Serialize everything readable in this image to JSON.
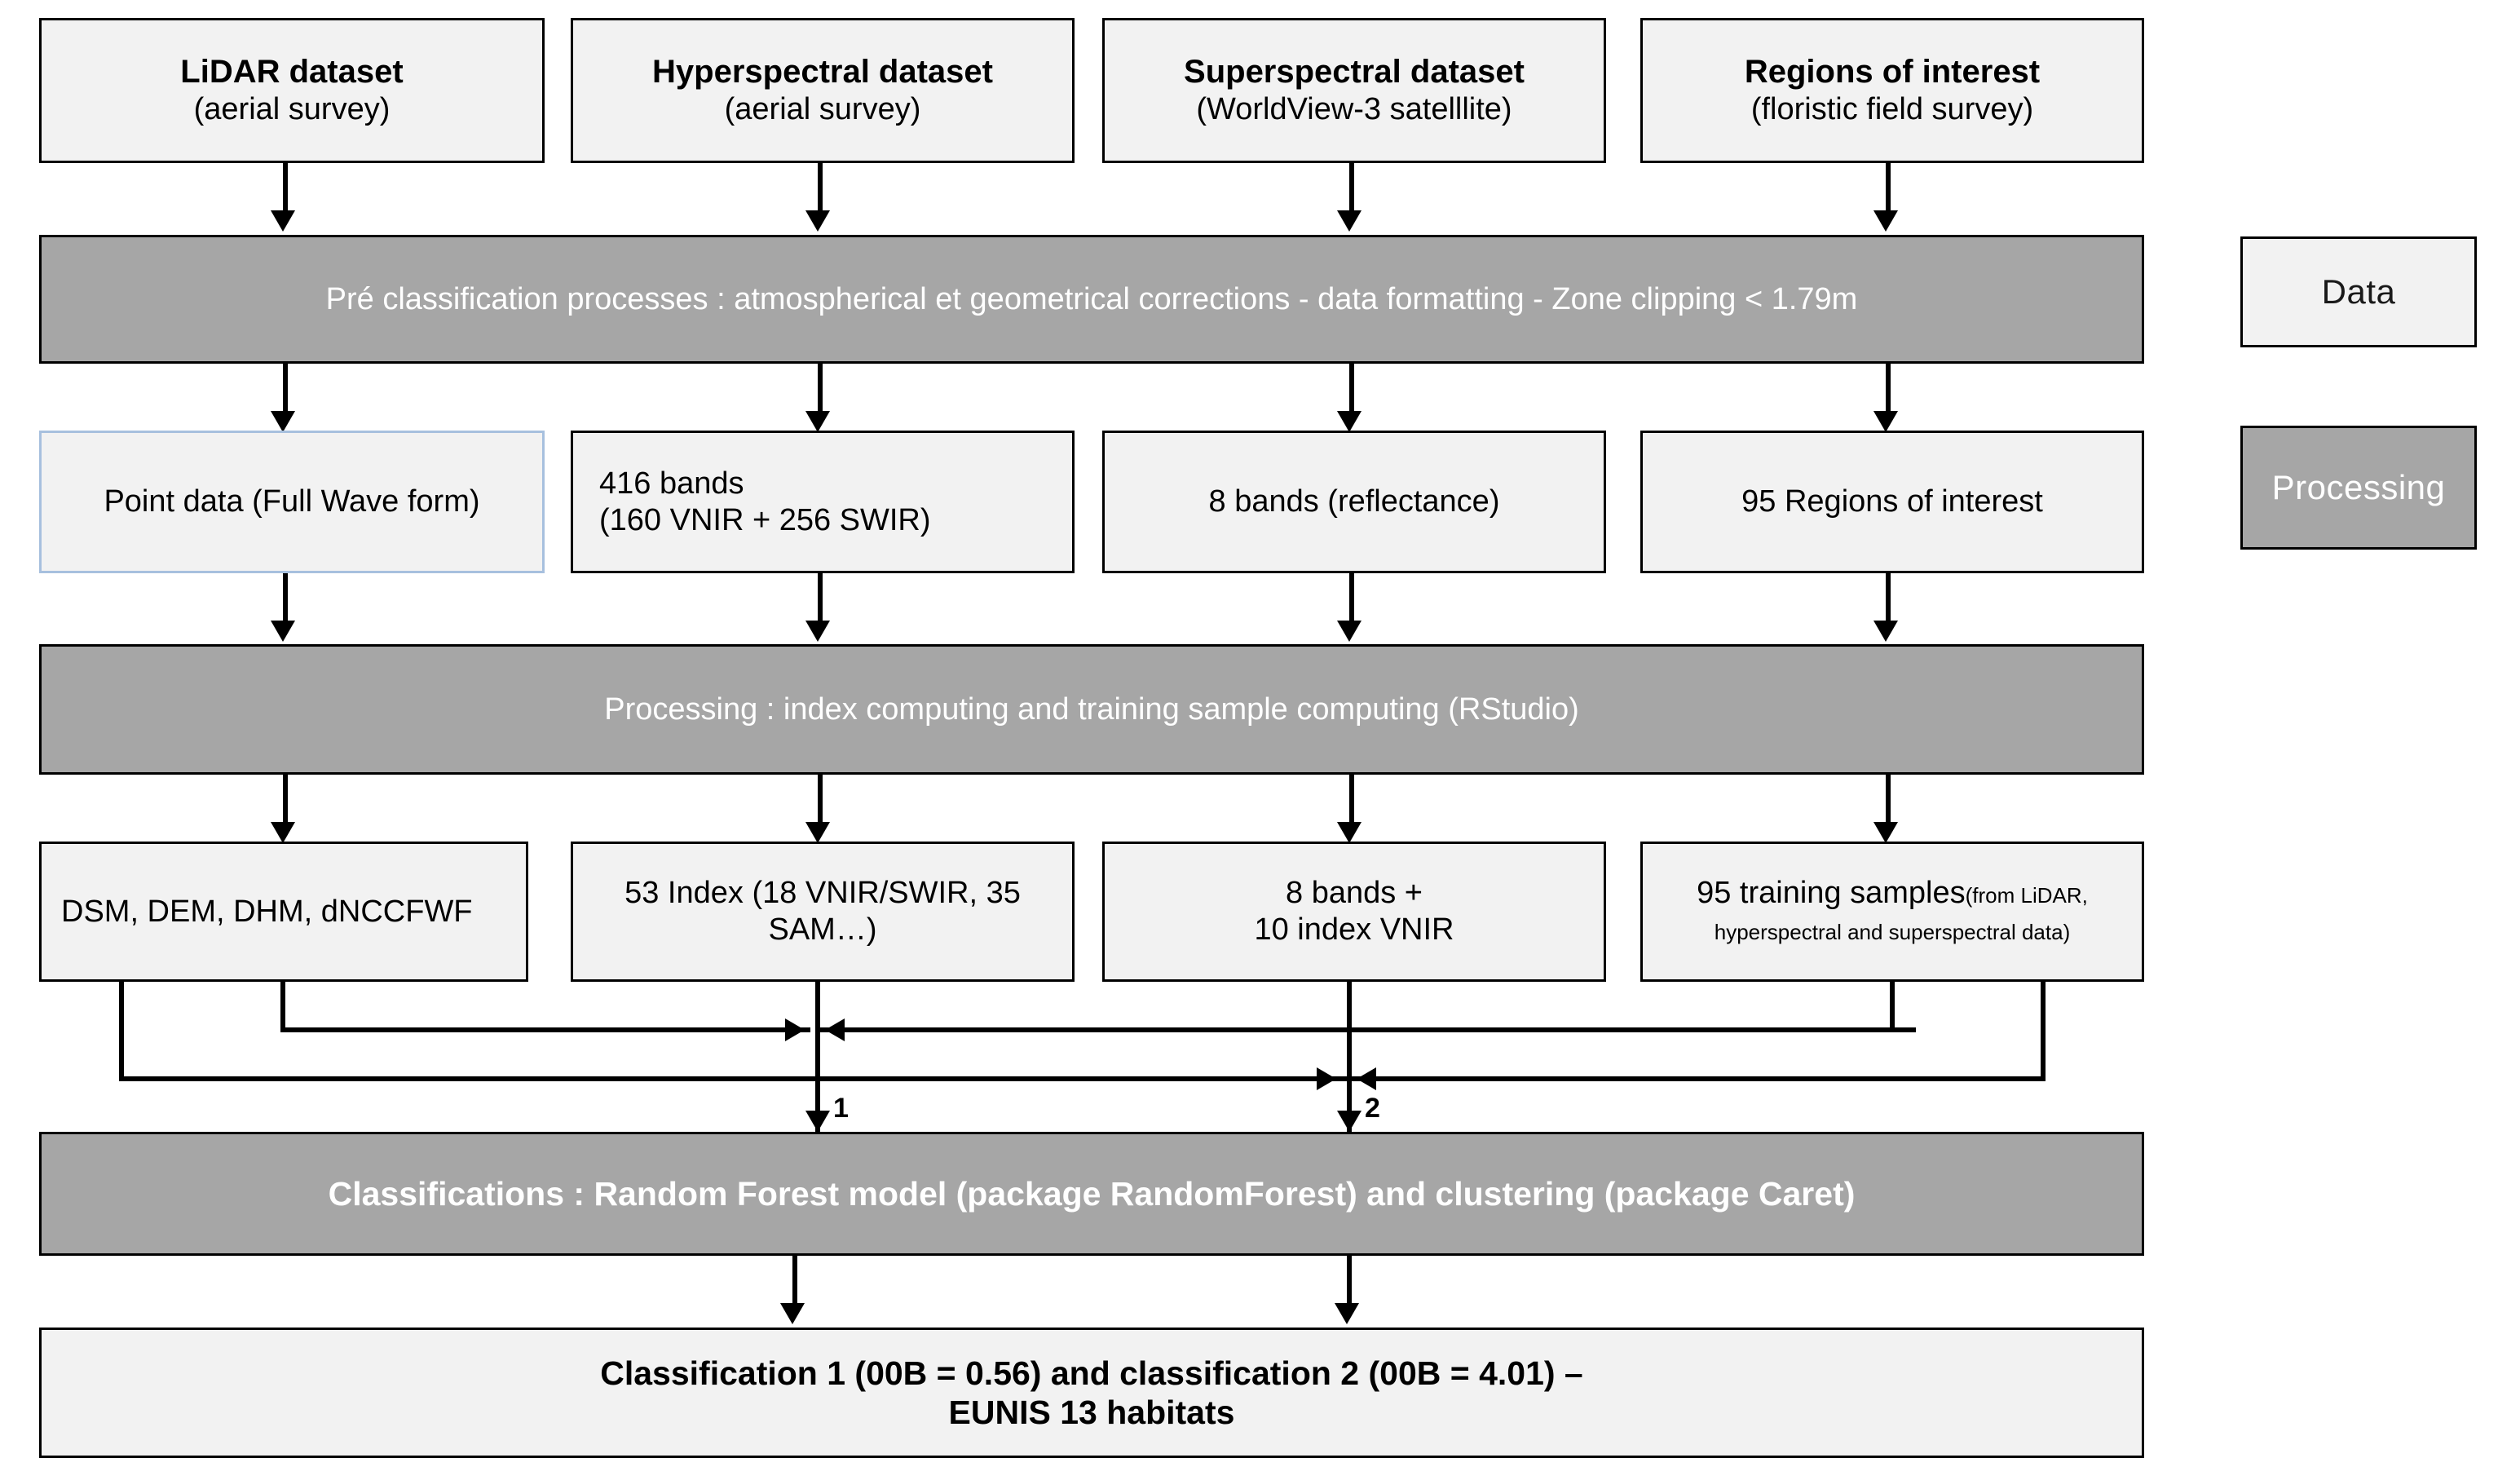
{
  "diagram": {
    "title": "Remote sensing habitat classification workflow",
    "colors": {
      "data_fill": "#f2f2f2",
      "processing_fill": "#a6a6a6",
      "stroke": "#000000",
      "highlight_border": "#a7c0de",
      "processing_text": "#ffffff"
    },
    "legend": {
      "data_label": "Data",
      "processing_label": "Processing"
    },
    "row_inputs": [
      {
        "title": "LiDAR dataset",
        "subtitle": "(aerial survey)"
      },
      {
        "title": "Hyperspectral  dataset",
        "subtitle": "(aerial survey)"
      },
      {
        "title": "Superspectral dataset",
        "subtitle": "(WorldView-3 satelllite)"
      },
      {
        "title": "Regions of interest",
        "subtitle": "(floristic field survey)"
      }
    ],
    "preclassification_bar": "Pré classification processes : atmospherical et geometrical corrections - data formatting - Zone clipping < 1.79m",
    "row_products": [
      {
        "line1": "Point data (Full Wave form)",
        "line2": ""
      },
      {
        "line1": "416 bands",
        "line2": "(160 VNIR + 256 SWIR)"
      },
      {
        "line1": "8 bands (reflectance)",
        "line2": ""
      },
      {
        "line1": "95 Regions of interest",
        "line2": ""
      }
    ],
    "processing_bar": "Processing : index computing and training sample computing (RStudio)",
    "row_derived": [
      {
        "line1": "DSM, DEM, DHM, dNCCFWF",
        "line2": "",
        "note": ""
      },
      {
        "line1": "53 Index (18 VNIR/SWIR, 35",
        "line2": "SAM…)",
        "note": ""
      },
      {
        "line1": "8 bands +",
        "line2": "10 index VNIR",
        "note": ""
      },
      {
        "line1": "95 training samples",
        "line2": "",
        "note": "(from LiDAR, hyperspectral and superspectral data)"
      }
    ],
    "branch_labels": {
      "one": "1",
      "two": "2"
    },
    "classifications_bar": "Classifications  : Random Forest model (package RandomForest) and clustering (package Caret)",
    "result_box": {
      "line1": "Classification  1 (00B = 0.56) and classification  2 (00B = 4.01) –",
      "line2": "EUNIS 13 habitats"
    }
  }
}
